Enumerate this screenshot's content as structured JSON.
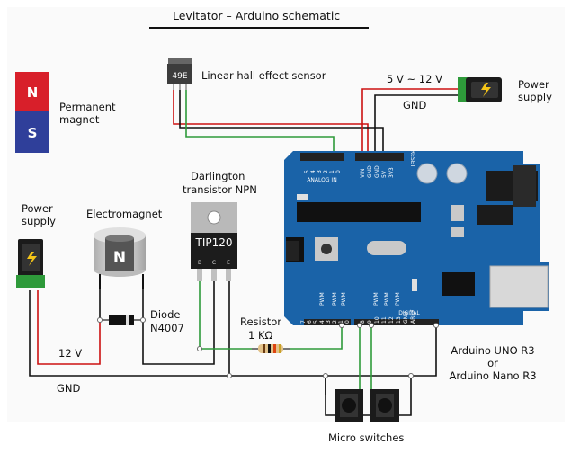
{
  "title": "Levitator – Arduino schematic",
  "labels": {
    "hall_sensor": "Linear hall effect sensor",
    "hall_sensor_code": "49E",
    "magnet_n": "N",
    "magnet_s": "S",
    "permanent_magnet_1": "Permanent",
    "permanent_magnet_2": "magnet",
    "voltage_range": "5 V ~ 12 V",
    "gnd_top": "GND",
    "power_supply_right_1": "Power",
    "power_supply_right_2": "supply",
    "darlington_1": "Darlington",
    "darlington_2": "transistor NPN",
    "tip120": "TIP120",
    "tip_b": "B",
    "tip_c": "C",
    "tip_e": "E",
    "electromagnet": "Electromagnet",
    "electromagnet_n": "N",
    "power_supply_left_1": "Power",
    "power_supply_left_2": "supply",
    "diode_1": "Diode",
    "diode_2": "N4007",
    "resistor_1": "Resistor",
    "resistor_2": "1 KΩ",
    "v12": "12 V",
    "gnd_bottom": "GND",
    "arduino_1": "Arduino UNO R3",
    "arduino_2": "or",
    "arduino_3": "Arduino Nano R3",
    "micro_switches": "Micro switches"
  },
  "board": {
    "analog_header": "ANALOG IN",
    "analog_pins": [
      "0",
      "1",
      "2",
      "3",
      "4",
      "5"
    ],
    "power_pins": [
      "VIN",
      "GND",
      "GND",
      "5V",
      "3V3"
    ],
    "reset": "RESET",
    "digital": "DIGITAL",
    "digital_pins": [
      "0",
      "1",
      "2",
      "3",
      "4",
      "5",
      "6",
      "7",
      "8",
      "9",
      "10",
      "11",
      "12",
      "13",
      "GND",
      "AREF"
    ],
    "pwm": "PWM"
  },
  "colors": {
    "board": "#1a63a8",
    "wire_red": "#cc1111",
    "wire_green": "#2e9a3a",
    "wire_black": "#111111",
    "wire_gray": "#999999",
    "magnet_north": "#d81f2a",
    "magnet_south": "#2f3f9a"
  }
}
